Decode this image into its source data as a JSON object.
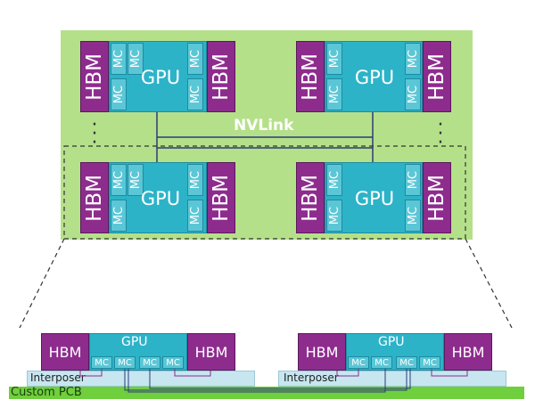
{
  "labels": {
    "hbm": "HBM",
    "mc": "MC",
    "gpu": "GPU",
    "nvlink": "NVLink",
    "interposer": "Interposer",
    "pcb": "Custom PCB"
  },
  "colors": {
    "panel": "#b5e08a",
    "hbm": "#8e2c8e",
    "gpu": "#2cb3c8",
    "mc": "#5bc7d6",
    "interposer": "#c7e6f0",
    "pcb": "#6fcf3c"
  }
}
